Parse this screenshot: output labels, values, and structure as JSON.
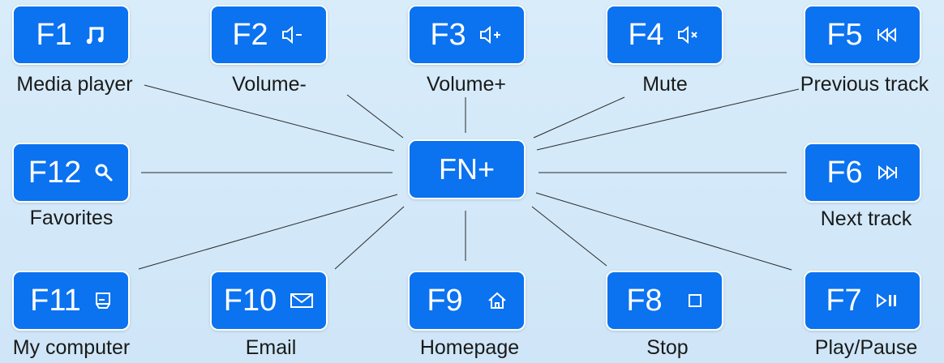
{
  "center_key": "FN+",
  "keys": [
    {
      "key": "F1",
      "label": "Media player",
      "icon": "music-note-icon"
    },
    {
      "key": "F2",
      "label": "Volume-",
      "icon": "volume-down-icon"
    },
    {
      "key": "F3",
      "label": "Volume+",
      "icon": "volume-up-icon"
    },
    {
      "key": "F4",
      "label": "Mute",
      "icon": "mute-icon"
    },
    {
      "key": "F5",
      "label": "Previous track",
      "icon": "previous-track-icon"
    },
    {
      "key": "F6",
      "label": "Next track",
      "icon": "next-track-icon"
    },
    {
      "key": "F7",
      "label": "Play/Pause",
      "icon": "play-pause-icon"
    },
    {
      "key": "F8",
      "label": "Stop",
      "icon": "stop-icon"
    },
    {
      "key": "F9",
      "label": "Homepage",
      "icon": "home-icon"
    },
    {
      "key": "F10",
      "label": "Email",
      "icon": "envelope-icon"
    },
    {
      "key": "F11",
      "label": "My computer",
      "icon": "computer-icon"
    },
    {
      "key": "F12",
      "label": "Favorites",
      "icon": "search-icon"
    }
  ],
  "colors": {
    "key_fill": "#0b72f0",
    "key_text": "#ffffff",
    "background": "#d8ecfa",
    "line": "#222222"
  }
}
